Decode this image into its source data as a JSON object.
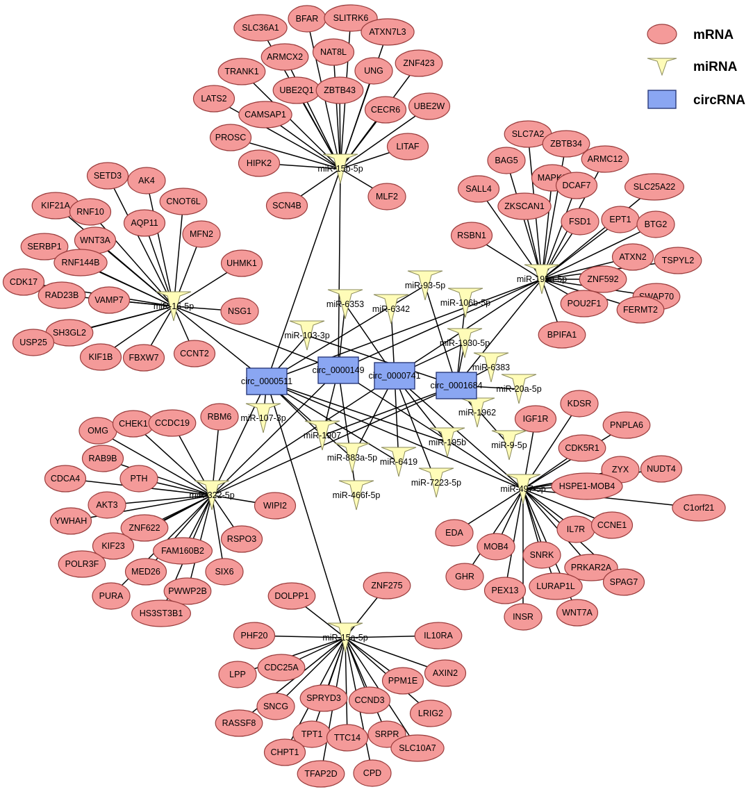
{
  "legend": {
    "mrna_label": "mRNA",
    "mirna_label": "miRNA",
    "circrna_label": "circRNA"
  },
  "colors": {
    "mrna": "#f49a99",
    "mirna": "#fffcb8",
    "circrna": "#8aa6f2",
    "edge": "#000000"
  },
  "circrnas": [
    {
      "id": "c511",
      "label": "circ_0000511"
    },
    {
      "id": "c149",
      "label": "circ_0000149"
    },
    {
      "id": "c741",
      "label": "circ_0000741"
    },
    {
      "id": "c1684",
      "label": "circ_0001684"
    }
  ],
  "mirnas": [
    {
      "id": "m15b",
      "label": "miR-15b-5p"
    },
    {
      "id": "m16",
      "label": "miR-16-5p"
    },
    {
      "id": "m195a",
      "label": "miR-195a-5p"
    },
    {
      "id": "m322",
      "label": "miR-322-5p"
    },
    {
      "id": "m497",
      "label": "miR-497-5p"
    },
    {
      "id": "m15a",
      "label": "miR-15a-5p"
    },
    {
      "id": "m6353",
      "label": "miR-6353"
    },
    {
      "id": "m6342",
      "label": "miR-6342"
    },
    {
      "id": "m93",
      "label": "miR-93-5p"
    },
    {
      "id": "m106b",
      "label": "miR-106b-5p"
    },
    {
      "id": "m103",
      "label": "miR-103-3p"
    },
    {
      "id": "m1930",
      "label": "miR-1930-5p"
    },
    {
      "id": "m6383",
      "label": "miR-6383"
    },
    {
      "id": "m20a",
      "label": "miR-20a-5p"
    },
    {
      "id": "m107",
      "label": "miR-107-3p"
    },
    {
      "id": "m1962",
      "label": "miR-1962"
    },
    {
      "id": "m1907",
      "label": "miR-1907"
    },
    {
      "id": "m195b",
      "label": "miR-195b"
    },
    {
      "id": "m9",
      "label": "miR-9-5p"
    },
    {
      "id": "m883a",
      "label": "miR-883a-5p"
    },
    {
      "id": "m6419",
      "label": "miR-6419"
    },
    {
      "id": "m7223",
      "label": "miR-7223-5p"
    },
    {
      "id": "m466f",
      "label": "miR-466f-5p"
    }
  ],
  "mrnas": [
    {
      "id": "SLC36A1",
      "label": "SLC36A1"
    },
    {
      "id": "BFAR",
      "label": "BFAR"
    },
    {
      "id": "SLITRK6",
      "label": "SLITRK6"
    },
    {
      "id": "ATXN7L3",
      "label": "ATXN7L3"
    },
    {
      "id": "ARMCX2",
      "label": "ARMCX2"
    },
    {
      "id": "NAT8L",
      "label": "NAT8L"
    },
    {
      "id": "ZNF423",
      "label": "ZNF423"
    },
    {
      "id": "TRANK1",
      "label": "TRANK1"
    },
    {
      "id": "UNG",
      "label": "UNG"
    },
    {
      "id": "UBE2Q1",
      "label": "UBE2Q1"
    },
    {
      "id": "ZBTB43",
      "label": "ZBTB43"
    },
    {
      "id": "LATS2",
      "label": "LATS2"
    },
    {
      "id": "CECR6",
      "label": "CECR6"
    },
    {
      "id": "UBE2W",
      "label": "UBE2W"
    },
    {
      "id": "CAMSAP1",
      "label": "CAMSAP1"
    },
    {
      "id": "PROSC",
      "label": "PROSC"
    },
    {
      "id": "LITAF",
      "label": "LITAF"
    },
    {
      "id": "HIPK2",
      "label": "HIPK2"
    },
    {
      "id": "SCN4B",
      "label": "SCN4B"
    },
    {
      "id": "MLF2",
      "label": "MLF2"
    },
    {
      "id": "SETD3",
      "label": "SETD3"
    },
    {
      "id": "AK4",
      "label": "AK4"
    },
    {
      "id": "KIF21A",
      "label": "KIF21A"
    },
    {
      "id": "RNF10",
      "label": "RNF10"
    },
    {
      "id": "CNOT6L",
      "label": "CNOT6L"
    },
    {
      "id": "AQP11",
      "label": "AQP11"
    },
    {
      "id": "MFN2",
      "label": "MFN2"
    },
    {
      "id": "SERBP1",
      "label": "SERBP1"
    },
    {
      "id": "WNT3A",
      "label": "WNT3A"
    },
    {
      "id": "RNF144B",
      "label": "RNF144B"
    },
    {
      "id": "UHMK1",
      "label": "UHMK1"
    },
    {
      "id": "CDK17",
      "label": "CDK17"
    },
    {
      "id": "RAD23B",
      "label": "RAD23B"
    },
    {
      "id": "VAMP7",
      "label": "VAMP7"
    },
    {
      "id": "NSG1",
      "label": "NSG1"
    },
    {
      "id": "SH3GL2",
      "label": "SH3GL2"
    },
    {
      "id": "USP25",
      "label": "USP25"
    },
    {
      "id": "KIF1B",
      "label": "KIF1B"
    },
    {
      "id": "FBXW7",
      "label": "FBXW7"
    },
    {
      "id": "CCNT2",
      "label": "CCNT2"
    },
    {
      "id": "SLC7A2",
      "label": "SLC7A2"
    },
    {
      "id": "ZBTB34",
      "label": "ZBTB34"
    },
    {
      "id": "BAG5",
      "label": "BAG5"
    },
    {
      "id": "ARMC12",
      "label": "ARMC12"
    },
    {
      "id": "MAPK8",
      "label": "MAPK8"
    },
    {
      "id": "DCAF7",
      "label": "DCAF7"
    },
    {
      "id": "SALL4",
      "label": "SALL4"
    },
    {
      "id": "SLC25A22",
      "label": "SLC25A22"
    },
    {
      "id": "ZKSCAN1",
      "label": "ZKSCAN1"
    },
    {
      "id": "FSD1",
      "label": "FSD1"
    },
    {
      "id": "EPT1",
      "label": "EPT1"
    },
    {
      "id": "BTG2",
      "label": "BTG2"
    },
    {
      "id": "RSBN1",
      "label": "RSBN1"
    },
    {
      "id": "ATXN2",
      "label": "ATXN2"
    },
    {
      "id": "TSPYL2",
      "label": "TSPYL2"
    },
    {
      "id": "ZNF592",
      "label": "ZNF592"
    },
    {
      "id": "SWAP70",
      "label": "SWAP70"
    },
    {
      "id": "POU2F1",
      "label": "POU2F1"
    },
    {
      "id": "FERMT2",
      "label": "FERMT2"
    },
    {
      "id": "BPIFA1",
      "label": "BPIFA1"
    },
    {
      "id": "OMG",
      "label": "OMG"
    },
    {
      "id": "CHEK1",
      "label": "CHEK1"
    },
    {
      "id": "CCDC19",
      "label": "CCDC19"
    },
    {
      "id": "RBM6",
      "label": "RBM6"
    },
    {
      "id": "RAB9B",
      "label": "RAB9B"
    },
    {
      "id": "CDCA4",
      "label": "CDCA4"
    },
    {
      "id": "PTH",
      "label": "PTH"
    },
    {
      "id": "AKT3",
      "label": "AKT3"
    },
    {
      "id": "WIPI2",
      "label": "WIPI2"
    },
    {
      "id": "YWHAH",
      "label": "YWHAH"
    },
    {
      "id": "ZNF622",
      "label": "ZNF622"
    },
    {
      "id": "KIF23",
      "label": "KIF23"
    },
    {
      "id": "RSPO3",
      "label": "RSPO3"
    },
    {
      "id": "FAM160B2",
      "label": "FAM160B2"
    },
    {
      "id": "POLR3F",
      "label": "POLR3F"
    },
    {
      "id": "MED26",
      "label": "MED26"
    },
    {
      "id": "SIX6",
      "label": "SIX6"
    },
    {
      "id": "PWWP2B",
      "label": "PWWP2B"
    },
    {
      "id": "PURA",
      "label": "PURA"
    },
    {
      "id": "HS3ST3B1",
      "label": "HS3ST3B1"
    },
    {
      "id": "IGF1R",
      "label": "IGF1R"
    },
    {
      "id": "KDSR",
      "label": "KDSR"
    },
    {
      "id": "PNPLA6",
      "label": "PNPLA6"
    },
    {
      "id": "CDK5R1",
      "label": "CDK5R1"
    },
    {
      "id": "ZYX",
      "label": "ZYX"
    },
    {
      "id": "NUDT4",
      "label": "NUDT4"
    },
    {
      "id": "HSPE1-MOB4",
      "label": "HSPE1-MOB4"
    },
    {
      "id": "C1orf21",
      "label": "C1orf21"
    },
    {
      "id": "IL7R",
      "label": "IL7R"
    },
    {
      "id": "CCNE1",
      "label": "CCNE1"
    },
    {
      "id": "EDA",
      "label": "EDA"
    },
    {
      "id": "MOB4",
      "label": "MOB4"
    },
    {
      "id": "SNRK",
      "label": "SNRK"
    },
    {
      "id": "PRKAR2A",
      "label": "PRKAR2A"
    },
    {
      "id": "GHR",
      "label": "GHR"
    },
    {
      "id": "PEX13",
      "label": "PEX13"
    },
    {
      "id": "LURAP1L",
      "label": "LURAP1L"
    },
    {
      "id": "SPAG7",
      "label": "SPAG7"
    },
    {
      "id": "INSR",
      "label": "INSR"
    },
    {
      "id": "WNT7A",
      "label": "WNT7A"
    },
    {
      "id": "DOLPP1",
      "label": "DOLPP1"
    },
    {
      "id": "ZNF275",
      "label": "ZNF275"
    },
    {
      "id": "PHF20",
      "label": "PHF20"
    },
    {
      "id": "IL10RA",
      "label": "IL10RA"
    },
    {
      "id": "CDC25A",
      "label": "CDC25A"
    },
    {
      "id": "LPP",
      "label": "LPP"
    },
    {
      "id": "AXIN2",
      "label": "AXIN2"
    },
    {
      "id": "PPM1E",
      "label": "PPM1E"
    },
    {
      "id": "SPRYD3",
      "label": "SPRYD3"
    },
    {
      "id": "SNCG",
      "label": "SNCG"
    },
    {
      "id": "CCND3",
      "label": "CCND3"
    },
    {
      "id": "LRIG2",
      "label": "LRIG2"
    },
    {
      "id": "RASSF8",
      "label": "RASSF8"
    },
    {
      "id": "TPT1",
      "label": "TPT1"
    },
    {
      "id": "TTC14",
      "label": "TTC14"
    },
    {
      "id": "SRPR",
      "label": "SRPR"
    },
    {
      "id": "SLC10A7",
      "label": "SLC10A7"
    },
    {
      "id": "CHPT1",
      "label": "CHPT1"
    },
    {
      "id": "TFAP2D",
      "label": "TFAP2D"
    },
    {
      "id": "CPD",
      "label": "CPD"
    }
  ],
  "edges": [
    [
      "m15b",
      "SLC36A1"
    ],
    [
      "m15b",
      "BFAR"
    ],
    [
      "m15b",
      "SLITRK6"
    ],
    [
      "m15b",
      "ATXN7L3"
    ],
    [
      "m15b",
      "ARMCX2"
    ],
    [
      "m15b",
      "NAT8L"
    ],
    [
      "m15b",
      "ZNF423"
    ],
    [
      "m15b",
      "TRANK1"
    ],
    [
      "m15b",
      "UNG"
    ],
    [
      "m15b",
      "UBE2Q1"
    ],
    [
      "m15b",
      "ZBTB43"
    ],
    [
      "m15b",
      "LATS2"
    ],
    [
      "m15b",
      "CECR6"
    ],
    [
      "m15b",
      "UBE2W"
    ],
    [
      "m15b",
      "CAMSAP1"
    ],
    [
      "m15b",
      "PROSC"
    ],
    [
      "m15b",
      "LITAF"
    ],
    [
      "m15b",
      "HIPK2"
    ],
    [
      "m15b",
      "SCN4B"
    ],
    [
      "m15b",
      "MLF2"
    ],
    [
      "m16",
      "SETD3"
    ],
    [
      "m16",
      "AK4"
    ],
    [
      "m16",
      "KIF21A"
    ],
    [
      "m16",
      "RNF10"
    ],
    [
      "m16",
      "CNOT6L"
    ],
    [
      "m16",
      "AQP11"
    ],
    [
      "m16",
      "MFN2"
    ],
    [
      "m16",
      "SERBP1"
    ],
    [
      "m16",
      "WNT3A"
    ],
    [
      "m16",
      "RNF144B"
    ],
    [
      "m16",
      "UHMK1"
    ],
    [
      "m16",
      "CDK17"
    ],
    [
      "m16",
      "RAD23B"
    ],
    [
      "m16",
      "VAMP7"
    ],
    [
      "m16",
      "NSG1"
    ],
    [
      "m16",
      "SH3GL2"
    ],
    [
      "m16",
      "USP25"
    ],
    [
      "m16",
      "KIF1B"
    ],
    [
      "m16",
      "FBXW7"
    ],
    [
      "m16",
      "CCNT2"
    ],
    [
      "m195a",
      "SLC7A2"
    ],
    [
      "m195a",
      "ZBTB34"
    ],
    [
      "m195a",
      "BAG5"
    ],
    [
      "m195a",
      "ARMC12"
    ],
    [
      "m195a",
      "MAPK8"
    ],
    [
      "m195a",
      "DCAF7"
    ],
    [
      "m195a",
      "SALL4"
    ],
    [
      "m195a",
      "SLC25A22"
    ],
    [
      "m195a",
      "ZKSCAN1"
    ],
    [
      "m195a",
      "FSD1"
    ],
    [
      "m195a",
      "EPT1"
    ],
    [
      "m195a",
      "BTG2"
    ],
    [
      "m195a",
      "RSBN1"
    ],
    [
      "m195a",
      "ATXN2"
    ],
    [
      "m195a",
      "TSPYL2"
    ],
    [
      "m195a",
      "ZNF592"
    ],
    [
      "m195a",
      "SWAP70"
    ],
    [
      "m195a",
      "POU2F1"
    ],
    [
      "m195a",
      "FERMT2"
    ],
    [
      "m195a",
      "BPIFA1"
    ],
    [
      "m322",
      "OMG"
    ],
    [
      "m322",
      "CHEK1"
    ],
    [
      "m322",
      "CCDC19"
    ],
    [
      "m322",
      "RBM6"
    ],
    [
      "m322",
      "RAB9B"
    ],
    [
      "m322",
      "CDCA4"
    ],
    [
      "m322",
      "PTH"
    ],
    [
      "m322",
      "AKT3"
    ],
    [
      "m322",
      "WIPI2"
    ],
    [
      "m322",
      "YWHAH"
    ],
    [
      "m322",
      "ZNF622"
    ],
    [
      "m322",
      "KIF23"
    ],
    [
      "m322",
      "RSPO3"
    ],
    [
      "m322",
      "FAM160B2"
    ],
    [
      "m322",
      "POLR3F"
    ],
    [
      "m322",
      "MED26"
    ],
    [
      "m322",
      "SIX6"
    ],
    [
      "m322",
      "PWWP2B"
    ],
    [
      "m322",
      "PURA"
    ],
    [
      "m322",
      "HS3ST3B1"
    ],
    [
      "m497",
      "IGF1R"
    ],
    [
      "m497",
      "KDSR"
    ],
    [
      "m497",
      "PNPLA6"
    ],
    [
      "m497",
      "CDK5R1"
    ],
    [
      "m497",
      "ZYX"
    ],
    [
      "m497",
      "NUDT4"
    ],
    [
      "m497",
      "HSPE1-MOB4"
    ],
    [
      "m497",
      "C1orf21"
    ],
    [
      "m497",
      "IL7R"
    ],
    [
      "m497",
      "CCNE1"
    ],
    [
      "m497",
      "EDA"
    ],
    [
      "m497",
      "MOB4"
    ],
    [
      "m497",
      "SNRK"
    ],
    [
      "m497",
      "PRKAR2A"
    ],
    [
      "m497",
      "GHR"
    ],
    [
      "m497",
      "PEX13"
    ],
    [
      "m497",
      "LURAP1L"
    ],
    [
      "m497",
      "SPAG7"
    ],
    [
      "m497",
      "INSR"
    ],
    [
      "m497",
      "WNT7A"
    ],
    [
      "m15a",
      "DOLPP1"
    ],
    [
      "m15a",
      "ZNF275"
    ],
    [
      "m15a",
      "PHF20"
    ],
    [
      "m15a",
      "IL10RA"
    ],
    [
      "m15a",
      "CDC25A"
    ],
    [
      "m15a",
      "LPP"
    ],
    [
      "m15a",
      "AXIN2"
    ],
    [
      "m15a",
      "PPM1E"
    ],
    [
      "m15a",
      "SPRYD3"
    ],
    [
      "m15a",
      "SNCG"
    ],
    [
      "m15a",
      "CCND3"
    ],
    [
      "m15a",
      "LRIG2"
    ],
    [
      "m15a",
      "RASSF8"
    ],
    [
      "m15a",
      "TPT1"
    ],
    [
      "m15a",
      "TTC14"
    ],
    [
      "m15a",
      "SRPR"
    ],
    [
      "m15a",
      "SLC10A7"
    ],
    [
      "m15a",
      "CHPT1"
    ],
    [
      "m15a",
      "TFAP2D"
    ],
    [
      "m15a",
      "CPD"
    ],
    [
      "c511",
      "m15b"
    ],
    [
      "c511",
      "m16"
    ],
    [
      "c511",
      "m195a"
    ],
    [
      "c511",
      "m322"
    ],
    [
      "c511",
      "m497"
    ],
    [
      "c511",
      "m15a"
    ],
    [
      "c511",
      "m103"
    ],
    [
      "c511",
      "m107"
    ],
    [
      "c511",
      "m1907"
    ],
    [
      "c511",
      "m6419"
    ],
    [
      "c511",
      "m195b"
    ],
    [
      "c511",
      "m883a"
    ],
    [
      "c511",
      "m93"
    ],
    [
      "c149",
      "m15b"
    ],
    [
      "c149",
      "m16"
    ],
    [
      "c149",
      "m195a"
    ],
    [
      "c149",
      "m322"
    ],
    [
      "c149",
      "m6353"
    ],
    [
      "c149",
      "m466f"
    ],
    [
      "c149",
      "m1907"
    ],
    [
      "c149",
      "m497"
    ],
    [
      "c741",
      "m6353"
    ],
    [
      "c741",
      "m6342"
    ],
    [
      "c741",
      "m195a"
    ],
    [
      "c741",
      "m322"
    ],
    [
      "c741",
      "m6419"
    ],
    [
      "c741",
      "m7223"
    ],
    [
      "c741",
      "m195b"
    ],
    [
      "c741",
      "m497"
    ],
    [
      "c741",
      "m883a"
    ],
    [
      "c741",
      "m1930"
    ],
    [
      "c1684",
      "m93"
    ],
    [
      "c1684",
      "m106b"
    ],
    [
      "c1684",
      "m1930"
    ],
    [
      "c1684",
      "m6383"
    ],
    [
      "c1684",
      "m20a"
    ],
    [
      "c1684",
      "m1962"
    ],
    [
      "c1684",
      "m9"
    ],
    [
      "c1684",
      "m195a"
    ],
    [
      "c1684",
      "m322"
    ],
    [
      "c1684",
      "m1907"
    ],
    [
      "c1684",
      "m103"
    ]
  ]
}
